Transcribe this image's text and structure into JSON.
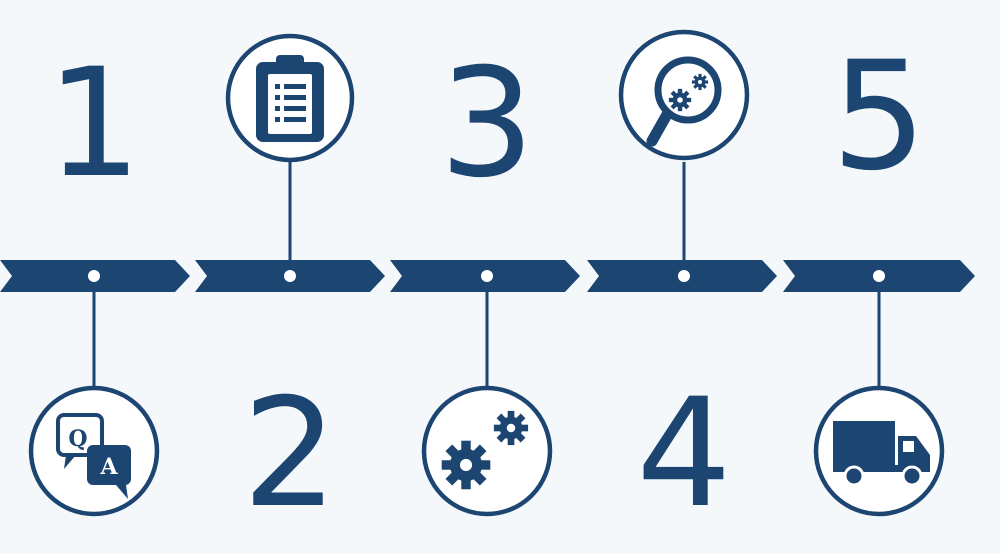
{
  "theme": {
    "primary": "#1c4571",
    "background": "#f5f8fb",
    "dot": "#ffffff"
  },
  "steps": [
    {
      "number": "1",
      "icon": "qa-chat-icon",
      "icon_position": "below"
    },
    {
      "number": "2",
      "icon": "clipboard-checklist-icon",
      "icon_position": "above"
    },
    {
      "number": "3",
      "icon": "gears-icon",
      "icon_position": "below"
    },
    {
      "number": "4",
      "icon": "magnifier-gears-icon",
      "icon_position": "above"
    },
    {
      "number": "5",
      "icon": "delivery-truck-icon",
      "icon_position": "below"
    }
  ],
  "icon_labels": {
    "question": "Q",
    "answer": "A"
  }
}
